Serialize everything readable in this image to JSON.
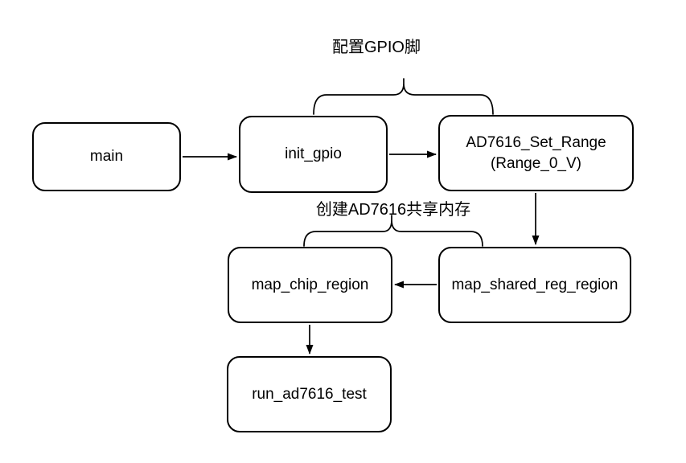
{
  "diagram": {
    "background_color": "#ffffff",
    "stroke_color": "#000000",
    "text_color": "#000000",
    "annotations": {
      "gpio": "配置GPIO脚",
      "shared_mem": "创建AD7616共享内存"
    },
    "nodes": {
      "main": {
        "label": "main"
      },
      "init_gpio": {
        "label": "init_gpio"
      },
      "ad7616_set_range": {
        "label": "AD7616_Set_Range",
        "sublabel": "(Range_0_V)"
      },
      "map_chip_region": {
        "label": "map_chip_region"
      },
      "map_shared_reg_region": {
        "label": "map_shared_reg_region"
      },
      "run_ad7616_test": {
        "label": "run_ad7616_test"
      }
    },
    "edges": [
      {
        "from": "main",
        "to": "init_gpio"
      },
      {
        "from": "init_gpio",
        "to": "ad7616_set_range"
      },
      {
        "from": "ad7616_set_range",
        "to": "map_shared_reg_region"
      },
      {
        "from": "map_shared_reg_region",
        "to": "map_chip_region"
      },
      {
        "from": "map_chip_region",
        "to": "run_ad7616_test"
      }
    ],
    "braces": [
      {
        "label": "配置GPIO脚",
        "covers": [
          "init_gpio",
          "ad7616_set_range"
        ]
      },
      {
        "label": "创建AD7616共享内存",
        "covers": [
          "map_chip_region",
          "map_shared_reg_region"
        ]
      }
    ]
  }
}
